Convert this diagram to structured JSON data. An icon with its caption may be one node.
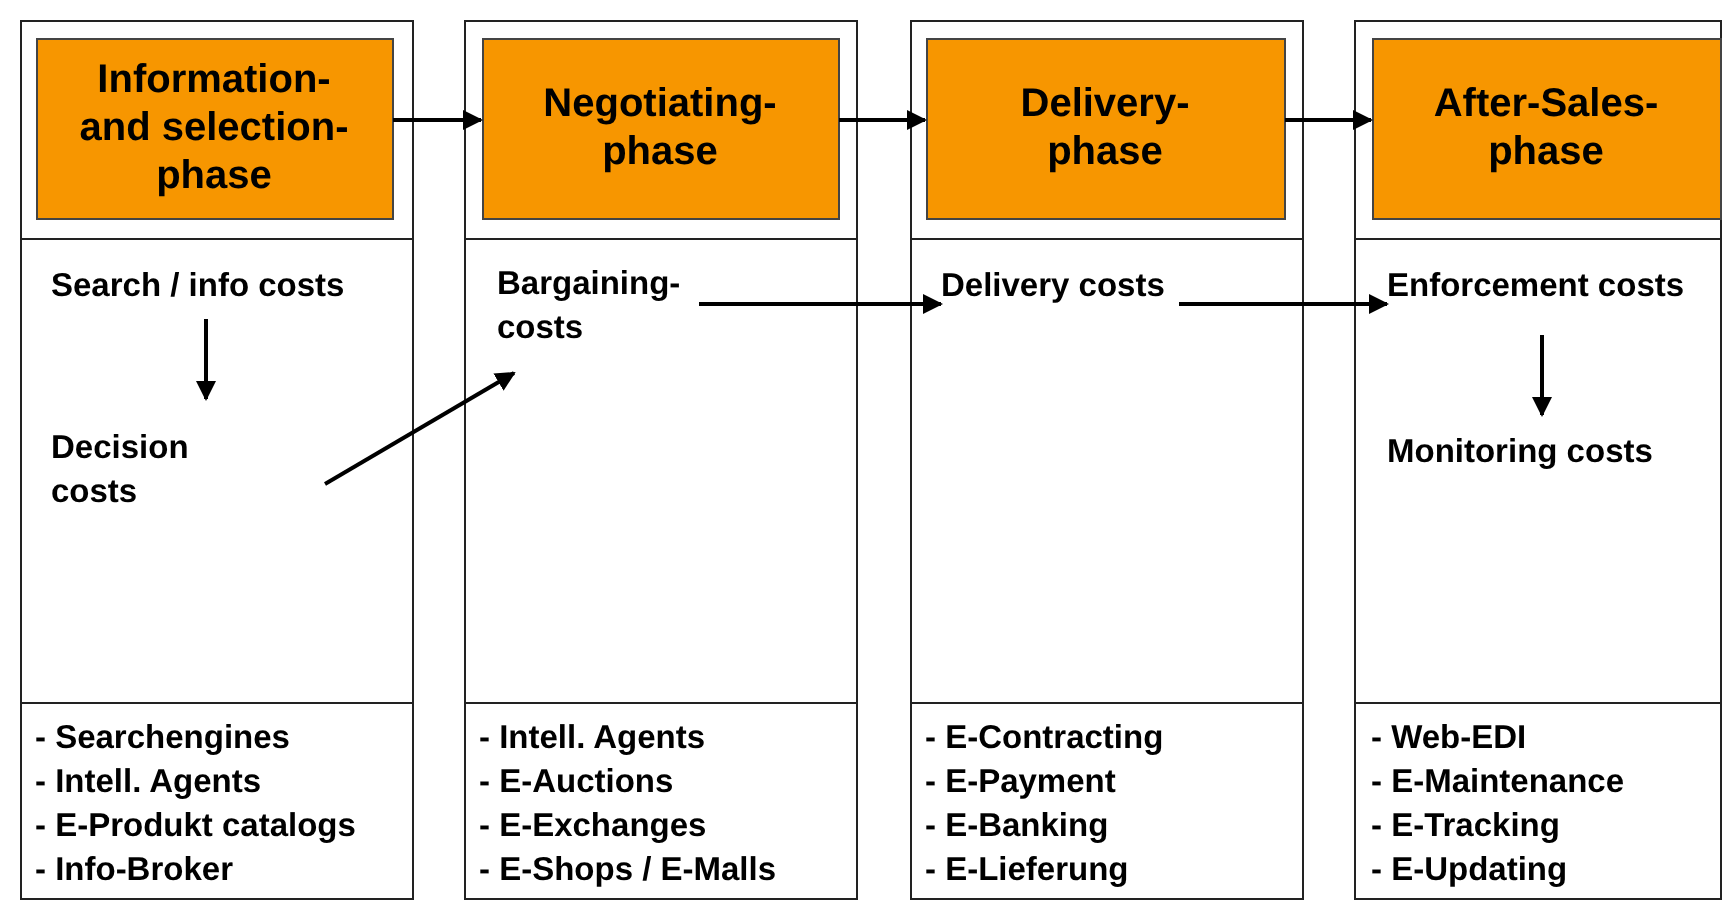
{
  "diagram": {
    "nodes": [
      {
        "text": [],
        "shape": "box"
      },
      {
        "text": [
          "Information- and selection- phase"
        ],
        "in": 0
      },
      {
        "text": [
          "Search / info costs"
        ],
        "in": 0
      },
      {
        "text": [
          "Decision costs"
        ],
        "in": 0
      },
      {
        "text": [
          "- Searchengines",
          "- Intell. Agents",
          "- E-Produkt catalogs",
          "- Info-Broker"
        ],
        "in": 0
      },
      {
        "text": [],
        "shape": "box"
      },
      {
        "text": [
          "Negotiating- phase"
        ],
        "in": 5
      },
      {
        "text": [
          "Bargaining- costs"
        ],
        "in": 5
      },
      {
        "text": [
          "- Intell. Agents",
          "- E-Auctions",
          "- E-Exchanges",
          "- E-Shops / E-Malls"
        ],
        "in": 5
      },
      {
        "text": [],
        "shape": "box"
      },
      {
        "text": [
          "Delivery- phase"
        ],
        "in": 9
      },
      {
        "text": [
          "Delivery costs"
        ],
        "in": 9
      },
      {
        "text": [
          "- E-Contracting",
          "- E-Payment",
          "- E-Banking",
          "- E-Lieferung"
        ],
        "in": 9
      },
      {
        "text": [],
        "shape": "box"
      },
      {
        "text": [
          "After-Sales- phase"
        ],
        "in": 13
      },
      {
        "text": [
          "Enforcement costs"
        ],
        "in": 13
      },
      {
        "text": [
          "Monitoring costs"
        ],
        "in": 13
      },
      {
        "text": [
          "- Web-EDI",
          "- E-Maintenance",
          "- E-Tracking",
          "- E-Updating"
        ],
        "in": 13
      }
    ],
    "edges": [
      {
        "from": 1,
        "to": 6,
        "arrow": "to"
      },
      {
        "from": 6,
        "to": 10,
        "arrow": "to"
      },
      {
        "from": 10,
        "to": 14,
        "arrow": "to"
      },
      {
        "from": 2,
        "to": 3,
        "arrow": "to"
      },
      {
        "from": 3,
        "to": 7,
        "arrow": "to"
      },
      {
        "from": 7,
        "to": 11,
        "arrow": "to"
      },
      {
        "from": 11,
        "to": 15,
        "arrow": "to"
      },
      {
        "from": 15,
        "to": 16,
        "arrow": "to"
      }
    ]
  }
}
